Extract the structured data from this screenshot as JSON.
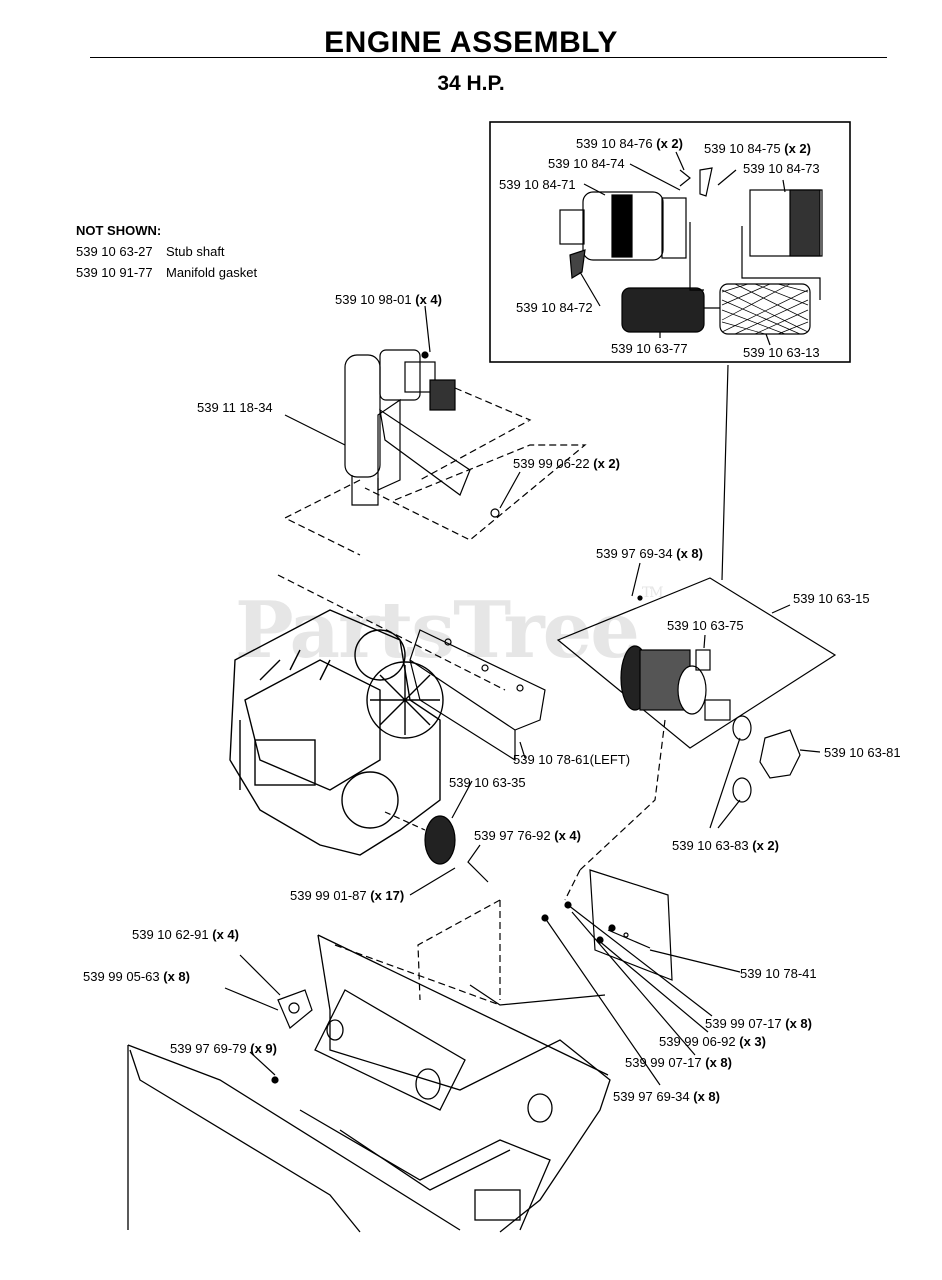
{
  "header": {
    "title": "ENGINE ASSEMBLY",
    "subtitle": "34 H.P."
  },
  "watermark": {
    "text": "PartsTree",
    "tm": "TM"
  },
  "not_shown": {
    "heading": "NOT SHOWN:",
    "items": [
      {
        "part": "539 10 63-27",
        "desc": "Stub shaft"
      },
      {
        "part": "539 10 91-77",
        "desc": "Manifold gasket"
      }
    ]
  },
  "parts": [
    {
      "id": "p1",
      "part": "539 10 84-76",
      "qty": "(x 2)"
    },
    {
      "id": "p2",
      "part": "539 10 84-75",
      "qty": "(x 2)"
    },
    {
      "id": "p3",
      "part": "539 10 84-74",
      "qty": ""
    },
    {
      "id": "p4",
      "part": "539 10 84-73",
      "qty": ""
    },
    {
      "id": "p5",
      "part": "539 10 84-71",
      "qty": ""
    },
    {
      "id": "p6",
      "part": "539 10 84-72",
      "qty": ""
    },
    {
      "id": "p7",
      "part": "539 10 63-77",
      "qty": ""
    },
    {
      "id": "p8",
      "part": "539 10 63-13",
      "qty": ""
    },
    {
      "id": "p9",
      "part": "539 10 98-01",
      "qty": "(x 4)"
    },
    {
      "id": "p10",
      "part": "539 11 18-34",
      "qty": ""
    },
    {
      "id": "p11",
      "part": "539 99 06-22",
      "qty": "(x 2)"
    },
    {
      "id": "p12",
      "part": "539 97 69-34",
      "qty": "(x 8)"
    },
    {
      "id": "p13",
      "part": "539 10 63-15",
      "qty": ""
    },
    {
      "id": "p14",
      "part": "539 10 63-75",
      "qty": ""
    },
    {
      "id": "p15",
      "part": "539 10 78-61(LEFT)",
      "qty": ""
    },
    {
      "id": "p16",
      "part": "539 10 63-81",
      "qty": ""
    },
    {
      "id": "p17",
      "part": "539 10 63-35",
      "qty": ""
    },
    {
      "id": "p18",
      "part": "539 97 76-92",
      "qty": "(x 4)"
    },
    {
      "id": "p19",
      "part": "539 10 63-83",
      "qty": "(x 2)"
    },
    {
      "id": "p20",
      "part": "539 99 01-87",
      "qty": "(x 17)"
    },
    {
      "id": "p21",
      "part": "539 10 62-91",
      "qty": "(x 4)"
    },
    {
      "id": "p22",
      "part": "539 99 05-63",
      "qty": "(x 8)"
    },
    {
      "id": "p23",
      "part": "539 10 78-41",
      "qty": ""
    },
    {
      "id": "p24",
      "part": "539 99 07-17",
      "qty": "(x 8)"
    },
    {
      "id": "p25",
      "part": "539 97 69-79",
      "qty": "(x 9)"
    },
    {
      "id": "p26",
      "part": "539 99 06-92",
      "qty": "(x 3)"
    },
    {
      "id": "p27",
      "part": "539 99 07-17",
      "qty": "(x 8)"
    },
    {
      "id": "p28",
      "part": "539 97 69-34",
      "qty": "(x 8)"
    }
  ]
}
